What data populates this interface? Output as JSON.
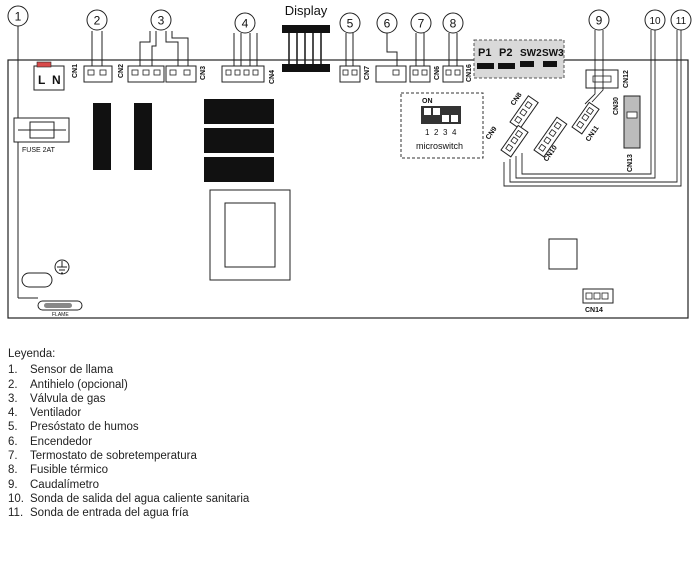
{
  "callouts": [
    "1",
    "2",
    "3",
    "4",
    "5",
    "6",
    "7",
    "8",
    "9",
    "10",
    "11"
  ],
  "display_label": "Display",
  "board_labels": {
    "power_l": "L",
    "power_n": "N",
    "fuse": "FUSE 2AT",
    "flame": "FLAME",
    "on": "ON",
    "microswitch": "microswitch",
    "dip_numbers": [
      "1",
      "2",
      "3",
      "4"
    ],
    "panel_p1": "P1",
    "panel_p2": "P2",
    "panel_sw2": "SW2",
    "panel_sw3": "SW3"
  },
  "connectors": {
    "cn1": "CN1",
    "cn2": "CN2",
    "cn3": "CN3",
    "cn4": "CN4",
    "cn7": "CN7",
    "cn6": "CN6",
    "cn16": "CN16",
    "cn12": "CN12",
    "cn30": "CN30",
    "cn13": "CN13",
    "cn8": "CN8",
    "cn9": "CN9",
    "cn10": "CN10",
    "cn11": "CN11",
    "cn14": "CN14"
  },
  "legend": {
    "title": "Leyenda:",
    "items": [
      {
        "num": "1.",
        "text": "Sensor de llama"
      },
      {
        "num": "2.",
        "text": "Antihielo (opcional)"
      },
      {
        "num": "3.",
        "text": "Válvula de gas"
      },
      {
        "num": "4.",
        "text": "Ventilador"
      },
      {
        "num": "5.",
        "text": "Presóstato de humos"
      },
      {
        "num": "6.",
        "text": "Encendedor"
      },
      {
        "num": "7.",
        "text": "Termostato de sobretemperatura"
      },
      {
        "num": "8.",
        "text": "Fusible térmico"
      },
      {
        "num": "9.",
        "text": "Caudalímetro"
      },
      {
        "num": "10.",
        "text": "Sonda de salida del agua caliente sanitaria"
      },
      {
        "num": "11.",
        "text": "Sonda de entrada del agua fría"
      }
    ]
  }
}
